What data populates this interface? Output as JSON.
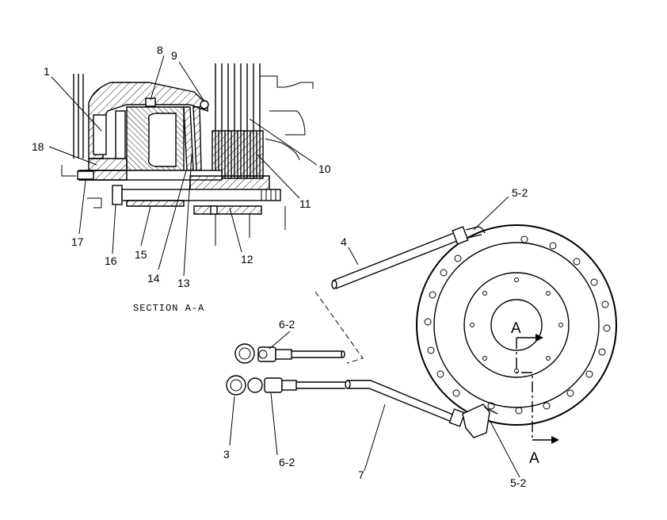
{
  "section_caption": "SECTION A-A",
  "callouts": {
    "c1": "1",
    "c3": "3",
    "c4": "4",
    "c5a": "5-2",
    "c5b": "5-2",
    "c6a": "6-2",
    "c6b": "6-2",
    "c7": "7",
    "c8": "8",
    "c9": "9",
    "c10": "10",
    "c11": "11",
    "c12": "12",
    "c13": "13",
    "c14": "14",
    "c15": "15",
    "c16": "16",
    "c17": "17",
    "c18": "18"
  },
  "section_markers": {
    "top": "A",
    "bottom": "A"
  }
}
